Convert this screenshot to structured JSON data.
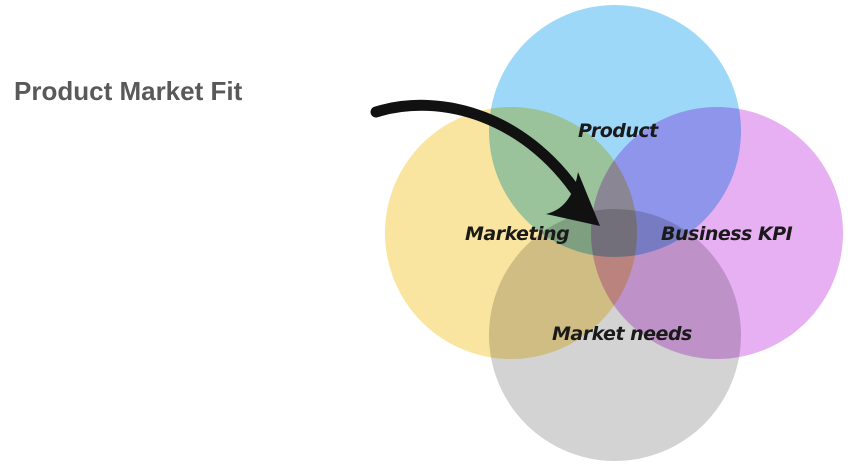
{
  "title": "Product Market Fit",
  "diagram": {
    "circles": [
      {
        "label": "Marketing",
        "color": "#fae5a0"
      },
      {
        "label": "Product",
        "color": "#9dd8f8"
      },
      {
        "label": "Business KPI",
        "color": "#e6b0f2"
      },
      {
        "label": "Market needs",
        "color": "#d3d3d3"
      }
    ],
    "arrow_color": "#111111"
  }
}
